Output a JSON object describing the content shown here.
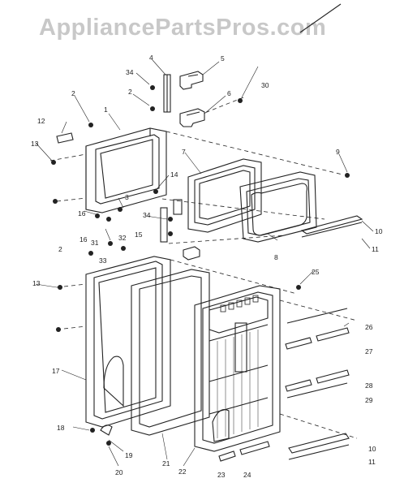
{
  "watermark": "AppliancePartsPros.com",
  "callouts": [
    "1",
    "2",
    "2",
    "3",
    "4",
    "5",
    "6",
    "7",
    "8",
    "9",
    "10",
    "11",
    "12",
    "13",
    "14",
    "15",
    "16",
    "16",
    "17",
    "18",
    "19",
    "2",
    "20",
    "21",
    "22",
    "23",
    "24",
    "25",
    "26",
    "27",
    "28",
    "29",
    "10",
    "11",
    "30",
    "31",
    "32",
    "33",
    "34",
    "34",
    "13"
  ]
}
